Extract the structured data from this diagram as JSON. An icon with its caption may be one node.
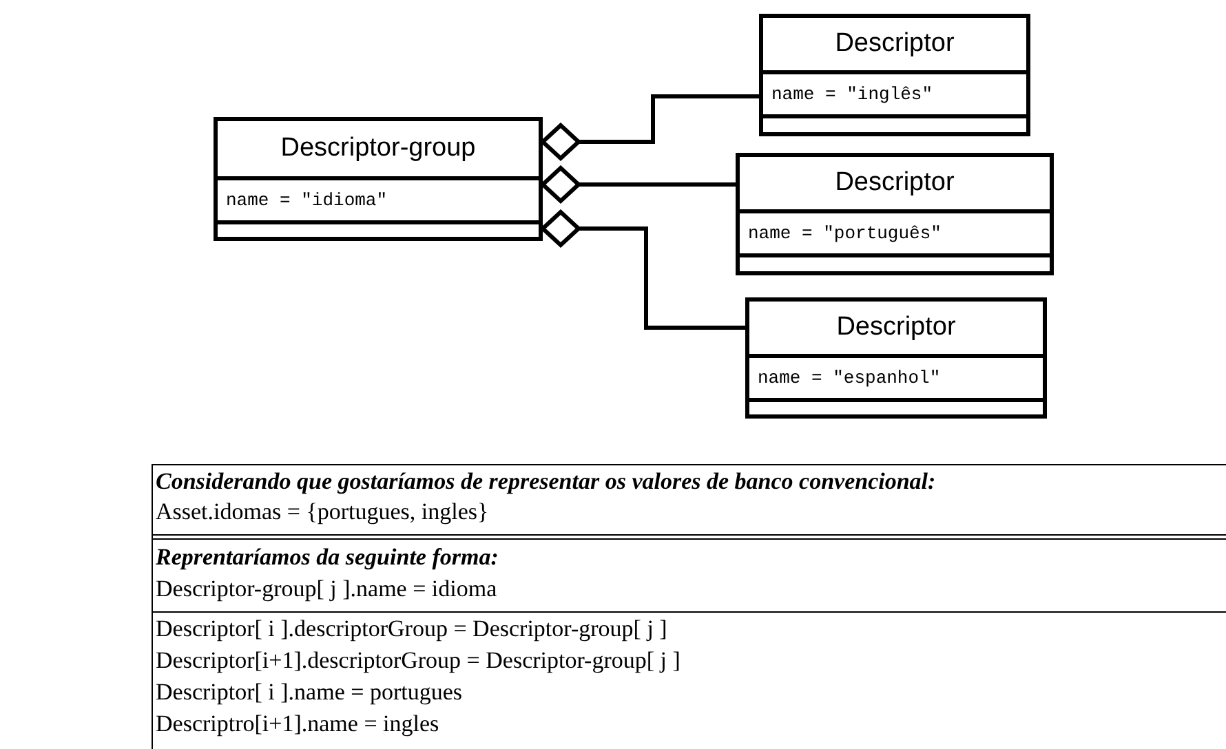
{
  "diagram": {
    "nodes": [
      {
        "text": [
          "Descriptor-group",
          "name = \"idioma\""
        ]
      },
      {
        "text": [
          "Descriptor",
          "name = \"inglês\""
        ]
      },
      {
        "text": [
          "Descriptor",
          "name = \"português\""
        ]
      },
      {
        "text": [
          "Descriptor",
          "name = \"espanhol\""
        ]
      }
    ],
    "edges": [
      {
        "from": 0,
        "to": 1,
        "arrow": "other"
      },
      {
        "from": 0,
        "to": 2,
        "arrow": "other"
      },
      {
        "from": 0,
        "to": 3,
        "arrow": "other"
      }
    ],
    "labels": [
      "Considerando que gostaríamos de representar os valores de banco convencional:",
      "Asset.idomas = {portugues, ingles}",
      "Reprentaríamos da seguinte forma:",
      "Descriptor-group[ j ].name = idioma",
      "Descriptor[ i ].descriptorGroup = Descriptor-group[ j ]",
      "Descriptor[i+1].descriptorGroup = Descriptor-group[ j ]",
      "Descriptor[ i ].name = portugues",
      "Descriptro[i+1].name = ingles"
    ]
  }
}
